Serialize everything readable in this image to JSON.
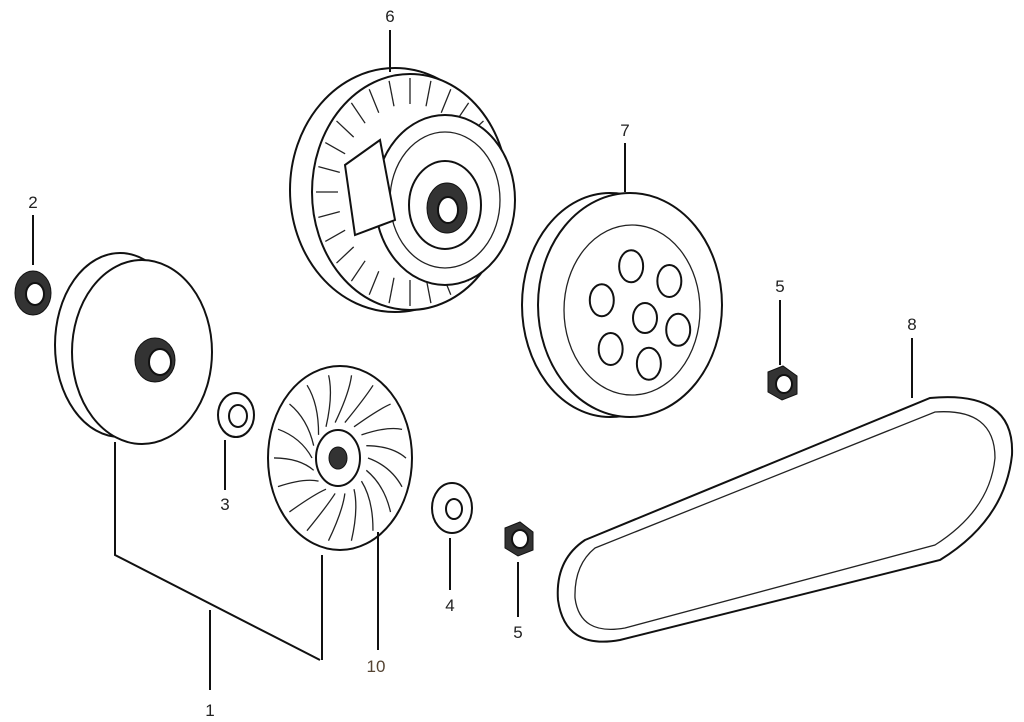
{
  "title": "CVT transmission exploded parts diagram",
  "callouts": {
    "c1": "1",
    "c2": "2",
    "c3": "3",
    "c4": "4",
    "c5a": "5",
    "c5b": "5",
    "c6": "6",
    "c7": "7",
    "c8": "8",
    "c10": "10"
  },
  "colors": {
    "line": "#111111",
    "label": "#222222",
    "label_10": "#554433"
  }
}
